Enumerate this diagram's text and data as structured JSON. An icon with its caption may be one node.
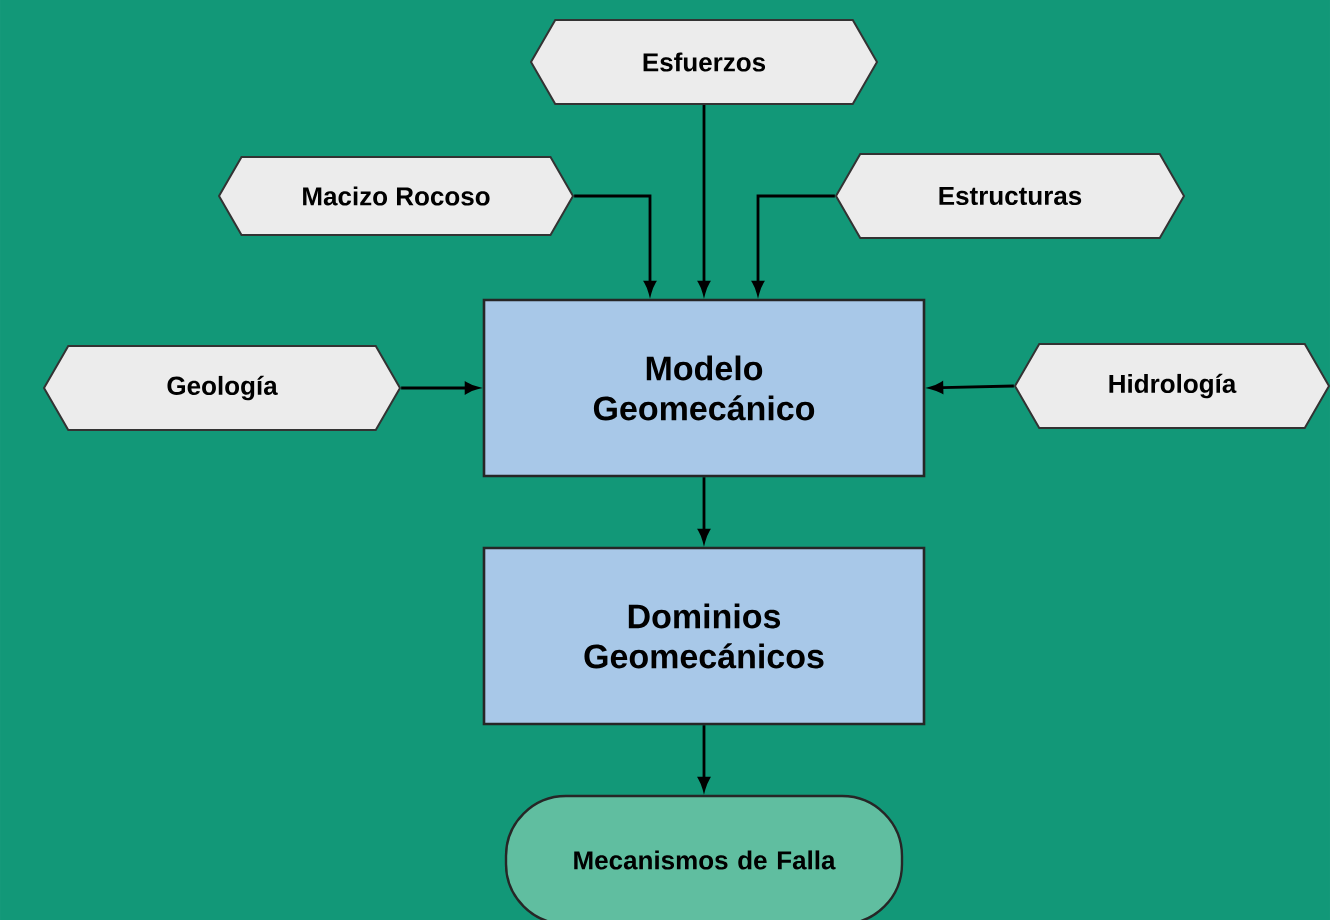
{
  "diagram": {
    "nodes": [
      {
        "text": [
          "Esfuerzos"
        ]
      },
      {
        "text": [
          "Macizo Rocoso"
        ]
      },
      {
        "text": [
          "Estructuras"
        ]
      },
      {
        "text": [
          "Geología"
        ]
      },
      {
        "text": [
          "Modelo Geomecánico"
        ]
      },
      {
        "text": [
          "Hidrología"
        ]
      },
      {
        "text": [
          "Dominios Geomecánicos"
        ]
      },
      {
        "text": [
          "Mecanismos de Falla"
        ]
      }
    ],
    "edges": [
      {
        "from": 0,
        "to": 4,
        "arrow": "to"
      },
      {
        "from": 1,
        "to": 4,
        "arrow": "to"
      },
      {
        "from": 2,
        "to": 4,
        "arrow": "to"
      },
      {
        "from": 3,
        "to": 4,
        "arrow": "to"
      },
      {
        "from": 5,
        "to": 4,
        "arrow": "to"
      },
      {
        "from": 4,
        "to": 6,
        "arrow": "to"
      },
      {
        "from": 6,
        "to": 7,
        "arrow": "to"
      }
    ]
  }
}
